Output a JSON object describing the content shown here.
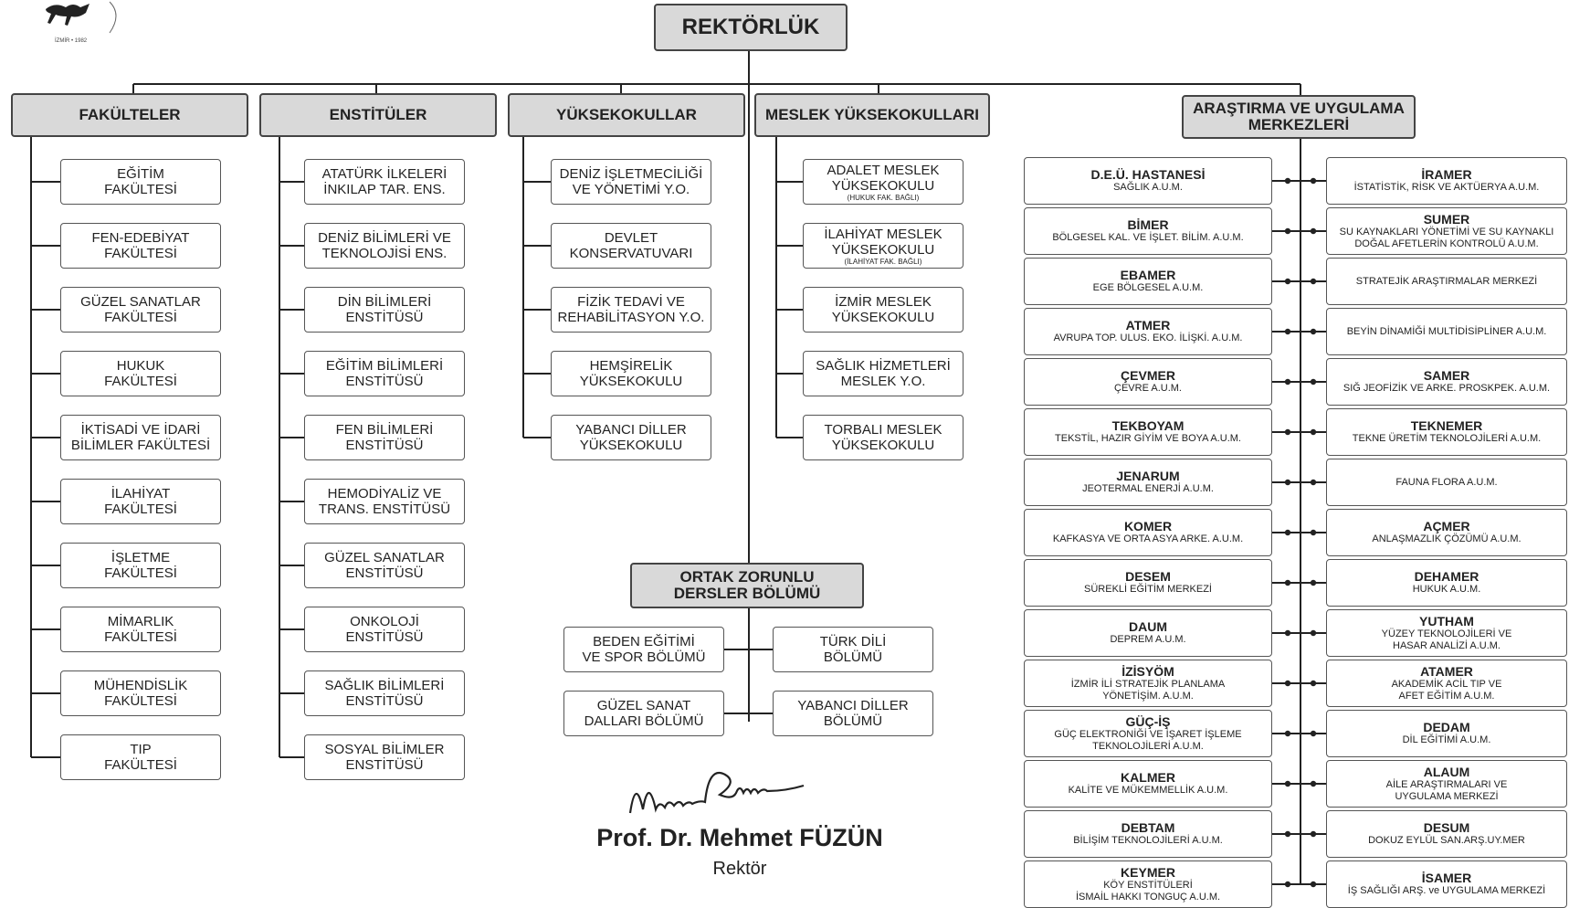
{
  "root": "REKTÖRLÜK",
  "fakulteler": {
    "title": "FAKÜLTELER",
    "items": [
      "EĞİTİM\nFAKÜLTESİ",
      "FEN-EDEBİYAT\nFAKÜLTESİ",
      "GÜZEL SANATLAR\nFAKÜLTESİ",
      "HUKUK\nFAKÜLTESİ",
      "İKTİSADİ VE İDARİ\nBİLİMLER FAKÜLTESİ",
      "İLAHİYAT\nFAKÜLTESİ",
      "İŞLETME\nFAKÜLTESİ",
      "MİMARLIK\nFAKÜLTESİ",
      "MÜHENDİSLİK\nFAKÜLTESİ",
      "TIP\nFAKÜLTESİ"
    ]
  },
  "enstituler": {
    "title": "ENSTİTÜLER",
    "items": [
      "ATATÜRK İLKELERİ\nİNKILAP TAR. ENS.",
      "DENİZ BİLİMLERİ VE\nTEKNOLOJİSİ ENS.",
      "DİN BİLİMLERİ\nENSTİTÜSÜ",
      "EĞİTİM BİLİMLERİ\nENSTİTÜSÜ",
      "FEN BİLİMLERİ\nENSTİTÜSÜ",
      "HEMODİYALİZ VE\nTRANS. ENSTİTÜSÜ",
      "GÜZEL SANATLAR\nENSTİTÜSÜ",
      "ONKOLOJİ\nENSTİTÜSÜ",
      "SAĞLIK BİLİMLERİ\nENSTİTÜSÜ",
      "SOSYAL BİLİMLER\nENSTİTÜSÜ"
    ]
  },
  "yuksekokullar": {
    "title": "YÜKSEKOKULLAR",
    "items": [
      "DENİZ İŞLETMECİLİĞİ\nVE YÖNETİMİ Y.O.",
      "DEVLET\nKONSERVATUVARI",
      "FİZİK TEDAVİ VE\nREHABİLİTASYON Y.O.",
      "HEMŞİRELİK\nYÜKSEKOKULU",
      "YABANCI DİLLER\nYÜKSEKOKULU"
    ]
  },
  "meslek": {
    "title": "MESLEK YÜKSEKOKULLARI",
    "items": [
      {
        "name": "ADALET MESLEK\nYÜKSEKOKULU",
        "note": "(HUKUK FAK. BAĞLI)"
      },
      {
        "name": "İLAHİYAT MESLEK\nYÜKSEKOKULU",
        "note": "(İLAHİYAT FAK. BAĞLI)"
      },
      {
        "name": "İZMİR MESLEK\nYÜKSEKOKULU",
        "note": ""
      },
      {
        "name": "SAĞLIK HİZMETLERİ\nMESLEK Y.O.",
        "note": ""
      },
      {
        "name": "TORBALI MESLEK\nYÜKSEKOKULU",
        "note": ""
      }
    ]
  },
  "ortak": {
    "title": "ORTAK ZORUNLU\nDERSLER BÖLÜMÜ",
    "left": [
      "BEDEN EĞİTİMİ\nVE SPOR BÖLÜMÜ",
      "GÜZEL SANAT\nDALLARI BÖLÜMÜ"
    ],
    "right": [
      "TÜRK DİLİ\nBÖLÜMÜ",
      "YABANCI DİLLER\nBÖLÜMÜ"
    ]
  },
  "arastirma": {
    "title": "ARAŞTIRMA VE UYGULAMA\nMERKEZLERİ",
    "left": [
      {
        "abbr": "D.E.Ü. HASTANESİ",
        "full": "SAĞLIK A.U.M."
      },
      {
        "abbr": "BİMER",
        "full": "BÖLGESEL KAL. VE İŞLET. BİLİM. A.U.M."
      },
      {
        "abbr": "EBAMER",
        "full": "EGE BÖLGESEL A.U.M."
      },
      {
        "abbr": "ATMER",
        "full": "AVRUPA TOP. ULUS. EKO. İLİŞKİ. A.U.M."
      },
      {
        "abbr": "ÇEVMER",
        "full": "ÇEVRE A.U.M."
      },
      {
        "abbr": "TEKBOYAM",
        "full": "TEKSTİL, HAZIR GİYİM VE BOYA A.U.M."
      },
      {
        "abbr": "JENARUM",
        "full": "JEOTERMAL ENERJİ A.U.M."
      },
      {
        "abbr": "KOMER",
        "full": "KAFKASYA VE ORTA ASYA ARKE. A.U.M."
      },
      {
        "abbr": "DESEM",
        "full": "SÜREKLİ EĞİTİM MERKEZİ"
      },
      {
        "abbr": "DAUM",
        "full": "DEPREM A.U.M."
      },
      {
        "abbr": "İZİSYÖM",
        "full": "İZMİR İLİ STRATEJİK PLANLAMA\nYÖNETİŞİM. A.U.M."
      },
      {
        "abbr": "GÜÇ-İŞ",
        "full": "GÜÇ ELEKTRONİĞİ VE İŞARET İŞLEME\nTEKNOLOJİLERİ A.U.M."
      },
      {
        "abbr": "KALMER",
        "full": "KALİTE VE MÜKEMMELLİK A.U.M."
      },
      {
        "abbr": "DEBTAM",
        "full": "BİLİŞİM TEKNOLOJİLERİ A.U.M."
      },
      {
        "abbr": "KEYMER",
        "full": "KÖY ENSTİTÜLERİ\nİSMAİL HAKKI TONGUÇ A.U.M."
      }
    ],
    "right": [
      {
        "abbr": "İRAMER",
        "full": "İSTATİSTİK, RİSK VE AKTÜERYA A.U.M."
      },
      {
        "abbr": "SUMER",
        "full": "SU KAYNAKLARI YÖNETİMİ VE SU KAYNAKLI\nDOĞAL AFETLERİN KONTROLÜ A.U.M."
      },
      {
        "abbr": "",
        "full": "STRATEJİK ARAŞTIRMALAR MERKEZİ"
      },
      {
        "abbr": "",
        "full": "BEYİN DİNAMİĞİ MULTİDİSİPLİNER A.U.M."
      },
      {
        "abbr": "SAMER",
        "full": "SIĞ JEOFİZİK VE ARKE. PROSKPEK. A.U.M."
      },
      {
        "abbr": "TEKNEMER",
        "full": "TEKNE ÜRETİM TEKNOLOJİLERİ A.U.M."
      },
      {
        "abbr": "",
        "full": "FAUNA FLORA A.U.M."
      },
      {
        "abbr": "AÇMER",
        "full": "ANLAŞMAZLIK ÇÖZÜMÜ A.U.M."
      },
      {
        "abbr": "DEHAMER",
        "full": "HUKUK A.U.M."
      },
      {
        "abbr": "YUTHAM",
        "full": "YÜZEY TEKNOLOJİLERİ VE\nHASAR ANALİZİ A.U.M."
      },
      {
        "abbr": "ATAMER",
        "full": "AKADEMİK ACİL TIP VE\nAFET EĞİTİM A.U.M."
      },
      {
        "abbr": "DEDAM",
        "full": "DİL EĞİTİMİ A.U.M."
      },
      {
        "abbr": "ALAUM",
        "full": "AİLE ARAŞTIRMALARI VE\nUYGULAMA MERKEZİ"
      },
      {
        "abbr": "DESUM",
        "full": "DOKUZ EYLÜL SAN.ARŞ.UY.MER"
      },
      {
        "abbr": "İSAMER",
        "full": "İŞ SAĞLIĞI ARŞ. ve UYGULAMA MERKEZİ"
      }
    ]
  },
  "signature": {
    "name": "Prof. Dr. Mehmet FÜZÜN",
    "role": "Rektör"
  },
  "logo": {
    "text": "İZMİR • 1982"
  }
}
